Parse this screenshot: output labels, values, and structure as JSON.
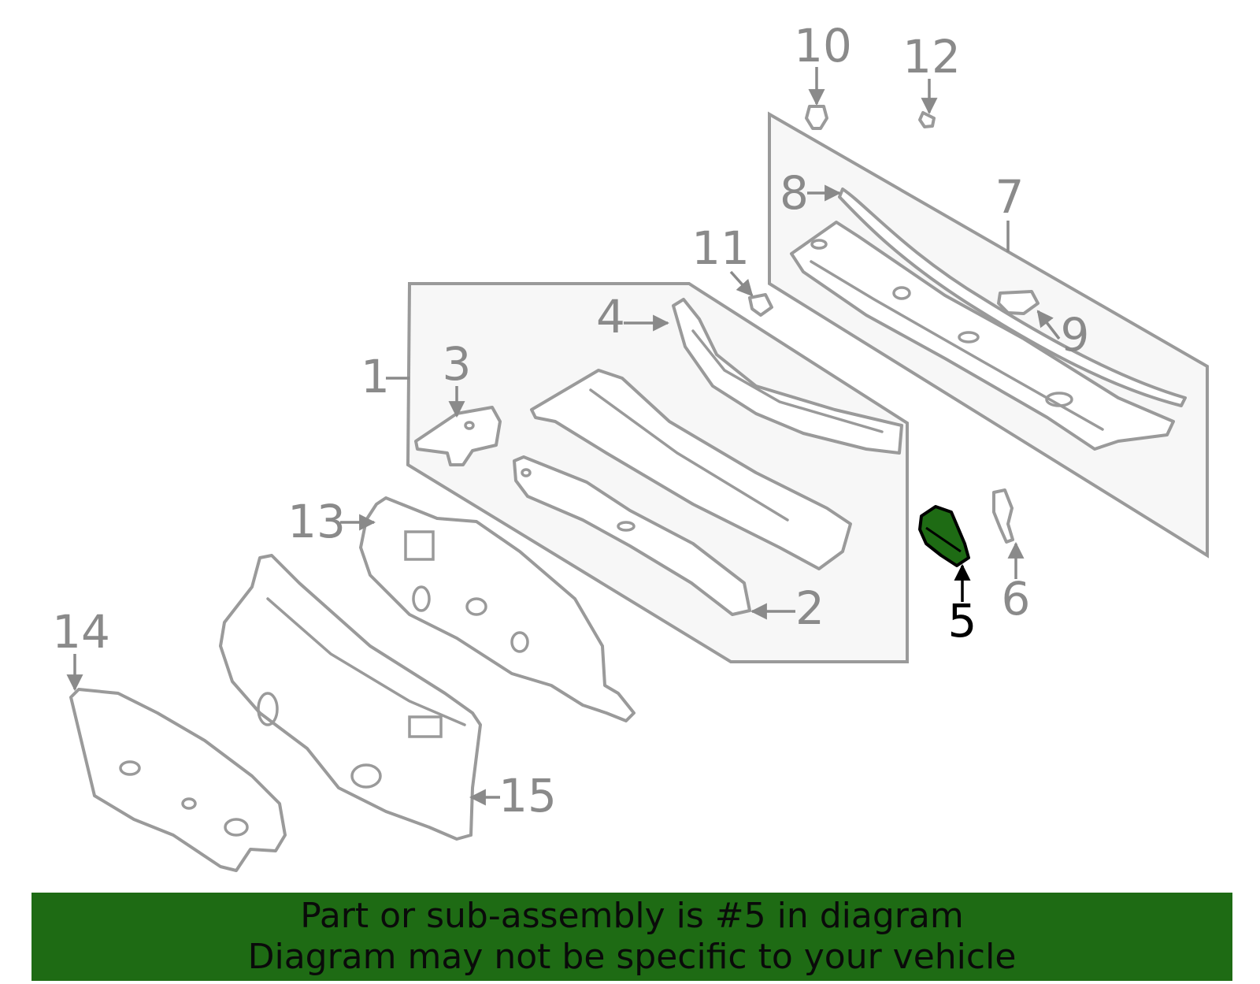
{
  "callouts": {
    "c1": "1",
    "c2": "2",
    "c3": "3",
    "c4": "4",
    "c5": "5",
    "c6": "6",
    "c7": "7",
    "c8": "8",
    "c9": "9",
    "c10": "10",
    "c11": "11",
    "c12": "12",
    "c13": "13",
    "c14": "14",
    "c15": "15"
  },
  "highlight": {
    "part": "5",
    "color": "#1e6b14"
  },
  "banner": {
    "line1": "Part or sub-assembly is #5 in diagram",
    "line2": "Diagram may not be specific to your vehicle",
    "background": "#1e6b14"
  }
}
